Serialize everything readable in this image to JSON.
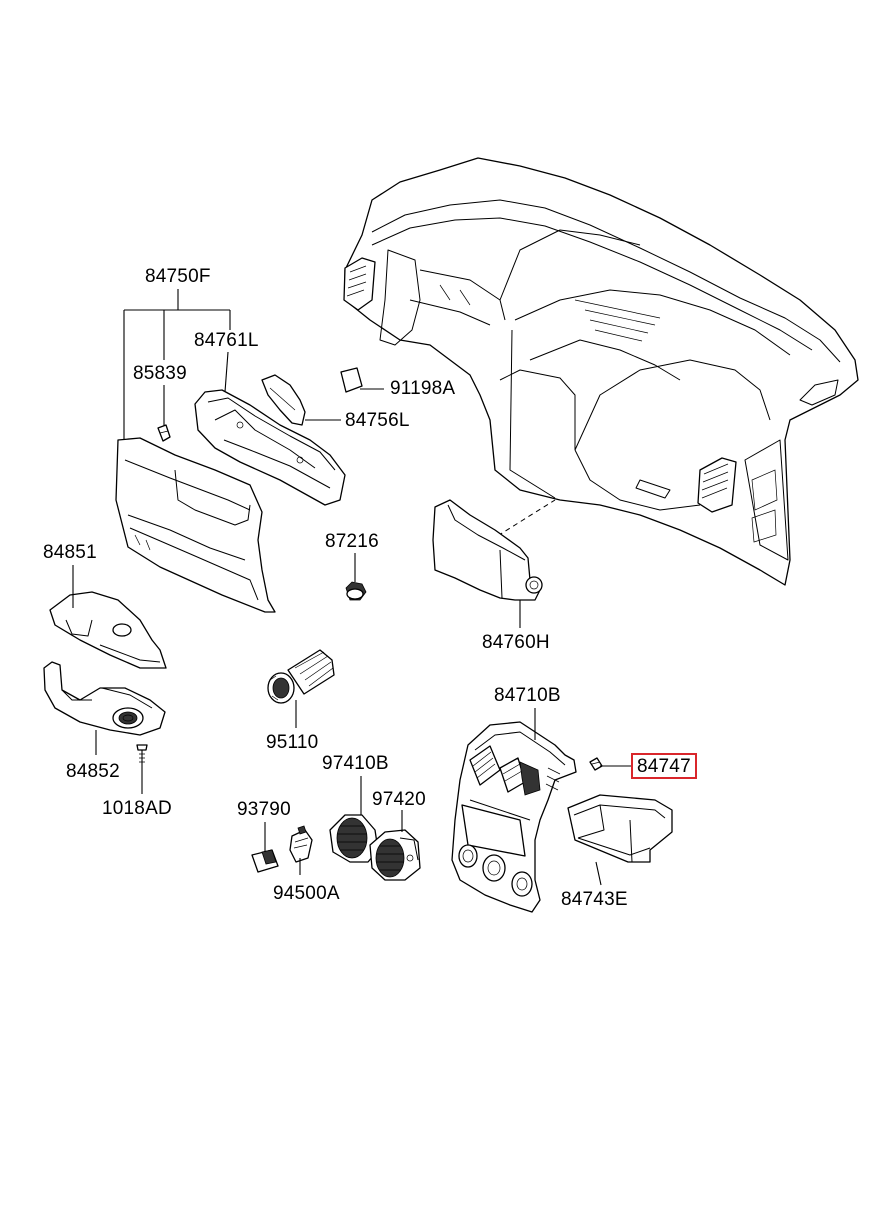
{
  "labels": {
    "p84750F": "84750F",
    "p84761L": "84761L",
    "p85839": "85839",
    "p91198A": "91198A",
    "p84756L": "84756L",
    "p84851": "84851",
    "p87216": "87216",
    "p84760H": "84760H",
    "p84852": "84852",
    "p1018AD": "1018AD",
    "p95110": "95110",
    "p84710B": "84710B",
    "p97410B": "97410B",
    "p84747": "84747",
    "p97420": "97420",
    "p93790": "93790",
    "p94500A": "94500A",
    "p84743E": "84743E"
  },
  "highlight": {
    "part": "84747",
    "color": "#d9262b"
  }
}
